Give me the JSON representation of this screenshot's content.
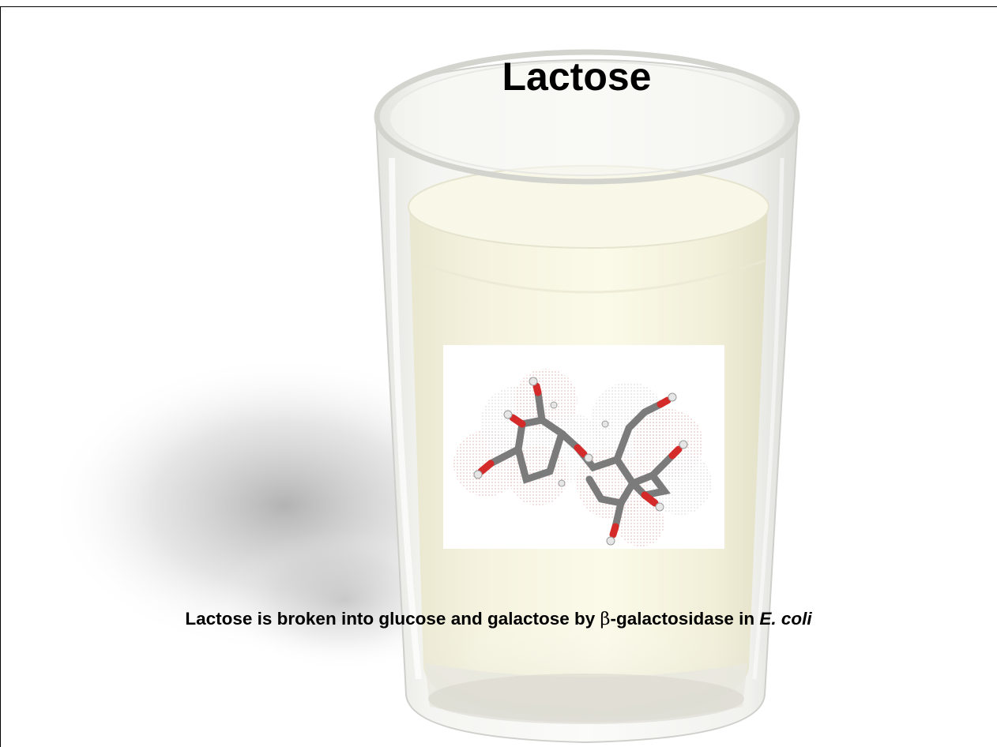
{
  "slide": {
    "title": "Lactose",
    "caption": {
      "before_symbol": "Lactose is broken into glucose and galactose by ",
      "symbol": "β",
      "after_symbol": "-galactosidase in ",
      "organism": "E. coli"
    }
  },
  "icons": {
    "photo": "milk-glass-photo",
    "molecule": "lactose-ball-and-stick-model"
  },
  "colors": {
    "text": "#000000",
    "milk": "#f3f1dc",
    "oxygen_atom": "#d62a2a",
    "carbon_atom": "#7a7a7a",
    "hydrogen_atom": "#e6e6e6"
  }
}
